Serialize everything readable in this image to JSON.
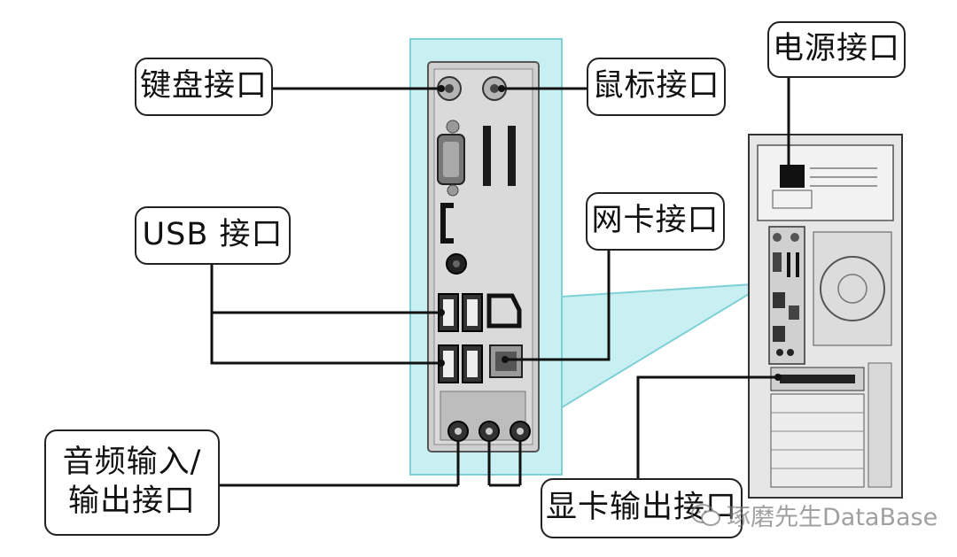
{
  "labels": {
    "keyboard": "键盘接口",
    "mouse": "鼠标接口",
    "power": "电源接口",
    "usb": "USB 接口",
    "network": "网卡接口",
    "audio_line1": "音频输入/",
    "audio_line2": "输出接口",
    "video": "显卡输出接口"
  },
  "watermark": "琢磨先生DataBase",
  "colors": {
    "highlight_fill": "#c8f0f2",
    "highlight_border": "#7fd0d6",
    "panel_metal": "#d4d4d4",
    "case_body": "#e8e8e8",
    "line": "#111111"
  }
}
